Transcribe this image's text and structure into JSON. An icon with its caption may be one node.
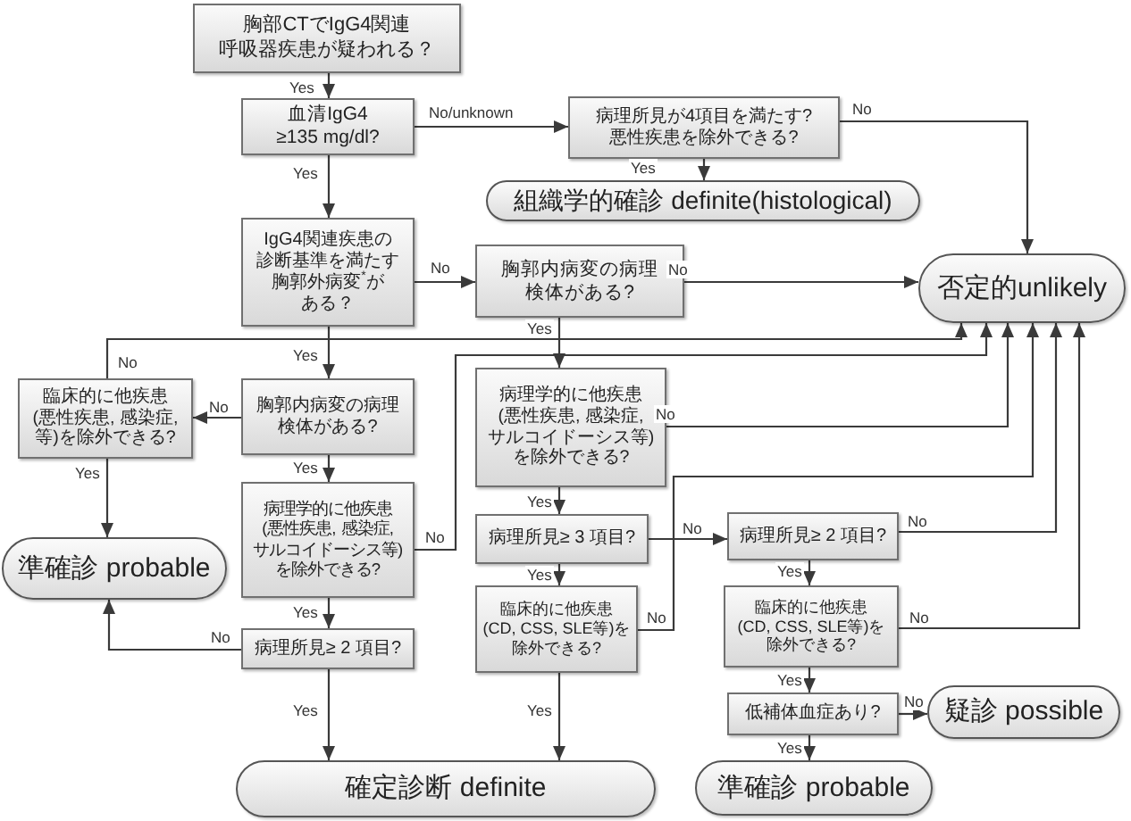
{
  "diagram": {
    "nodes": [
      {
        "text": [
          "胸部CTでIgG4関連呼吸器疾患が疑われる？"
        ]
      },
      {
        "text": [
          "血清IgG4 ≥135 mg/dl?"
        ]
      },
      {
        "text": [
          "病理所見が4項目を満たす?悪性疾患を除外できる?"
        ]
      },
      {
        "text": [
          "組織学的確診 definite(histological)"
        ]
      },
      {
        "text": [
          "IgG4関連疾患の診断基準を満たす胸郭外病変$^{*}$がある？"
        ]
      },
      {
        "text": [
          "胸郭内病変の病理検体がある?"
        ]
      },
      {
        "text": [
          "否定的unlikely"
        ]
      },
      {
        "text": [
          "臨床的に他疾患(悪性疾患, 感染症, 等)を除外できる?"
        ]
      },
      {
        "text": [
          "胸郭内病変の病理検体がある?"
        ]
      },
      {
        "text": [
          "準確診 probable"
        ]
      },
      {
        "text": [
          "病理学的に他疾患(悪性疾患, 感染症, サルコイドーシス等)を除外できる?"
        ]
      },
      {
        "text": [
          "病理学的に他疾患(悪性疾患, 感染症, サルコイドーシス等)を除外できる?"
        ]
      },
      {
        "text": [
          "病理所見≥ 3 項目?"
        ]
      },
      {
        "text": [
          "病理所見≥ 2 項目?"
        ]
      },
      {
        "text": [
          "臨床的に他疾患(CD, CSS, SLE等)を除外できる?"
        ]
      },
      {
        "text": [
          "臨床的に他疾患(CD, CSS, SLE等)を除外できる?"
        ]
      },
      {
        "text": [
          "病理所見≥ 2 項目?"
        ]
      },
      {
        "text": [
          "低補体血症あり?"
        ]
      },
      {
        "text": [
          "疑診 possible"
        ]
      },
      {
        "text": [
          "確定診断 definite"
        ]
      },
      {
        "text": [
          "準確診 probable"
        ]
      }
    ],
    "edges": [
      {
        "from": 0,
        "to": 1,
        "arrow": "to",
        "label": "Yes"
      },
      {
        "from": 1,
        "to": 2,
        "arrow": "to",
        "label": "No/unknown"
      },
      {
        "from": 1,
        "to": 4,
        "arrow": "to",
        "label": "Yes"
      },
      {
        "from": 2,
        "to": 3,
        "arrow": "to",
        "label": "Yes"
      },
      {
        "from": 2,
        "to": 6,
        "arrow": "to",
        "label": "No"
      },
      {
        "from": 4,
        "to": 5,
        "arrow": "to",
        "label": "No"
      },
      {
        "from": 4,
        "to": 8,
        "arrow": "to",
        "label": "Yes"
      },
      {
        "from": 5,
        "to": 6,
        "arrow": "to",
        "label": "No"
      },
      {
        "from": 5,
        "to": 11,
        "arrow": "to",
        "label": "Yes"
      },
      {
        "from": 8,
        "to": 7,
        "arrow": "to",
        "label": "No"
      },
      {
        "from": 7,
        "to": 6,
        "arrow": "to",
        "label": "No"
      },
      {
        "from": 8,
        "to": 10,
        "arrow": "to",
        "label": "Yes"
      },
      {
        "from": 7,
        "to": 9,
        "arrow": "to",
        "label": "Yes"
      },
      {
        "from": 10,
        "to": 6,
        "arrow": "to",
        "label": "No"
      },
      {
        "from": 10,
        "to": 16,
        "arrow": "to",
        "label": "Yes"
      },
      {
        "from": 16,
        "to": 9,
        "arrow": "to",
        "label": "No"
      },
      {
        "from": 16,
        "to": 19,
        "arrow": "to",
        "label": "Yes"
      },
      {
        "from": 11,
        "to": 6,
        "arrow": "to",
        "label": "No"
      },
      {
        "from": 11,
        "to": 12,
        "arrow": "to",
        "label": "Yes"
      },
      {
        "from": 12,
        "to": 13,
        "arrow": "to",
        "label": "No"
      },
      {
        "from": 12,
        "to": 14,
        "arrow": "to",
        "label": "Yes"
      },
      {
        "from": 14,
        "to": 6,
        "arrow": "to",
        "label": "No"
      },
      {
        "from": 14,
        "to": 19,
        "arrow": "to",
        "label": "Yes"
      },
      {
        "from": 13,
        "to": 6,
        "arrow": "to",
        "label": "No"
      },
      {
        "from": 13,
        "to": 15,
        "arrow": "to",
        "label": "Yes"
      },
      {
        "from": 15,
        "to": 6,
        "arrow": "to",
        "label": "No"
      },
      {
        "from": 15,
        "to": 17,
        "arrow": "to",
        "label": "Yes"
      },
      {
        "from": 17,
        "to": 18,
        "arrow": "to",
        "label": "No"
      },
      {
        "from": 17,
        "to": 20,
        "arrow": "to",
        "label": "Yes"
      }
    ]
  }
}
